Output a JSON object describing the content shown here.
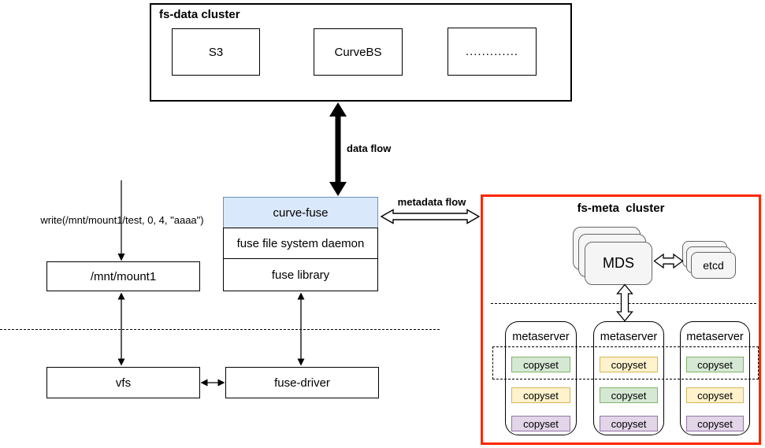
{
  "fs_data_cluster": {
    "title": "fs-data cluster",
    "nodes": [
      "S3",
      "CurveBS",
      "............."
    ]
  },
  "flows": {
    "data_flow_label": "data flow",
    "metadata_flow_label": "metadata flow"
  },
  "icons": {
    "data_flow_arrow": "thick-vertical-double-arrow",
    "metadata_flow_arrow": "hollow-horizontal-double-arrow",
    "mds_etcd_arrow": "hollow-horizontal-double-arrow",
    "mds_metaservers_arrow": "hollow-vertical-double-arrow",
    "thin_arrows": "double-headed-line-arrow"
  },
  "client": {
    "write_call": "write(/mnt/mount1/test, 0, 4, \"aaaa\")",
    "mount_point": "/mnt/mount1",
    "stack": [
      "curve-fuse",
      "fuse file system daemon",
      "fuse library"
    ],
    "kernel": {
      "vfs": "vfs",
      "fuse_driver": "fuse-driver"
    }
  },
  "fs_meta_cluster": {
    "title": "fs-meta  cluster",
    "mds_label": "MDS",
    "etcd_label": "etcd",
    "metaserver_label": "metaserver",
    "copyset_label": "copyset",
    "metaservers": [
      {
        "copysets": [
          "green",
          "yellow",
          "purple"
        ]
      },
      {
        "copysets": [
          "yellow",
          "green",
          "purple"
        ]
      },
      {
        "copysets": [
          "green",
          "yellow",
          "purple"
        ]
      }
    ]
  },
  "colors": {
    "curve_fuse_fill": "#dae8fc",
    "curve_fuse_border": "#6c8ebf",
    "meta_cluster_border": "#ff2600",
    "card_fill": "#f5f5f5",
    "copyset_green_fill": "#d5e8d4",
    "copyset_green_border": "#82b366",
    "copyset_yellow_fill": "#fff2cc",
    "copyset_yellow_border": "#d6b656",
    "copyset_purple_fill": "#e1d5e7",
    "copyset_purple_border": "#9673a6"
  }
}
